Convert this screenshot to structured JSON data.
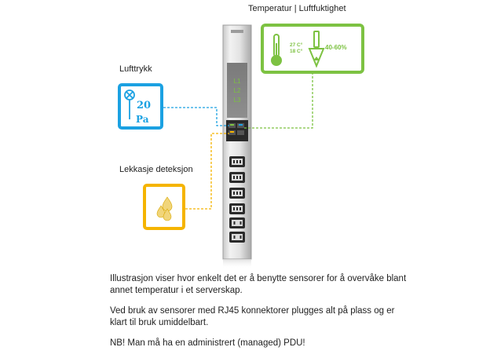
{
  "sensors": {
    "temperature_humidity": {
      "title": "Temperatur | Luftfuktighet",
      "temp_high": "27 C°",
      "temp_low": "18 C°",
      "humidity": "40-60%",
      "icon": "thermometer-hygrometer-icon",
      "color": "#7dc242"
    },
    "air_pressure": {
      "title": "Lufttrykk",
      "value": "20",
      "unit": "Pa",
      "icon": "pressure-gauge-icon",
      "color": "#1ba1e2"
    },
    "leak": {
      "title": "Lekkasje deteksjon",
      "icon": "water-drops-icon",
      "color": "#f5b400"
    }
  },
  "pdu": {
    "display_lines": [
      "L1",
      "L2",
      "L3"
    ],
    "display_color": "#7dc242"
  },
  "description": {
    "para1": "Illustrasjon viser hvor enkelt det er å benytte sensorer for å overvåke blant annet temperatur i et serverskap.",
    "para2": "Ved bruk av sensorer med RJ45 konnektorer plugges alt på plass og er klart til bruk umiddelbart.",
    "para3": "NB! Man må ha en administrert (managed) PDU!"
  }
}
